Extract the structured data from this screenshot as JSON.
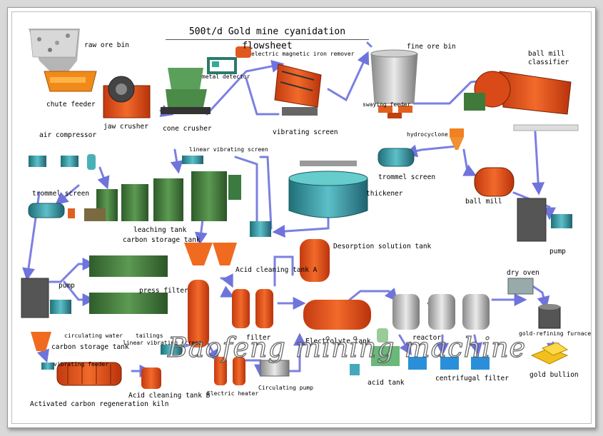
{
  "title": "500t/d Gold mine cyanidation flowsheet",
  "watermark": "Baofeng mining machine",
  "labels": {
    "raw_ore_bin": "raw ore bin",
    "chute_feeder": "chute feeder",
    "jaw_crusher": "jaw crusher",
    "cone_crusher": "cone crusher",
    "metal_detector": "metal detector",
    "electric_magnetic_iron_remover": "electric magnetic iron remover",
    "vibrating_screen": "vibrating screen",
    "fine_ore_bin": "fine ore bin",
    "swaying_feeder": "swaying feeder",
    "ball_mill_classifier": "ball mill\nclassifier",
    "hydrocyclone": "hydrocyclone",
    "air_compressor": "air compressor",
    "linear_vibrating_screen": "linear vibrating screen",
    "trommel_screen_right": "trommel screen",
    "thickener": "thickener",
    "ball_mill": "ball mill",
    "trommel_screen_left": "trommel screen",
    "leaching_tank": "leaching tank",
    "carbon_storage_tank_top": "carbon storage tank",
    "desorption_solution_tank": "Desorption solution tank",
    "pump_right": "pump",
    "acid_cleaning_tank_a": "Acid cleaning tank A",
    "pump_left": "pump",
    "press_filter": "press filter",
    "dry_oven": "dry oven",
    "circulating_water": "circulating water",
    "tailings": "tailings",
    "carbon_storage_tank_bottom": "carbon storage tank",
    "linear_vibrating_screen_bottom": "linear vibrating screen",
    "filter": "filter",
    "electrolyte_tank": "Electrolyte tank",
    "reactor": "reactor",
    "gold_refining_furnace": "gold-refining furnace",
    "vibrating_feeder": "vibrating feeder",
    "acid_cleaning_tank_b": "Acid cleaning tank B",
    "electric_heater": "Electric heater",
    "circulating_pump": "Circulating pump",
    "acid_tank": "acid tank",
    "centrifugal_filter": "centrifugal filter",
    "gold_bullion": "gold bullion",
    "activated_carbon_regeneration_kiln": "Activated carbon regeneration kiln"
  },
  "colors": {
    "flow_arrow": "#7b80e0",
    "tank_orange": "#e8561c",
    "tank_green": "#3f7a3a",
    "machine_teal": "#2f8f9a",
    "gold": "#f2c01c"
  }
}
